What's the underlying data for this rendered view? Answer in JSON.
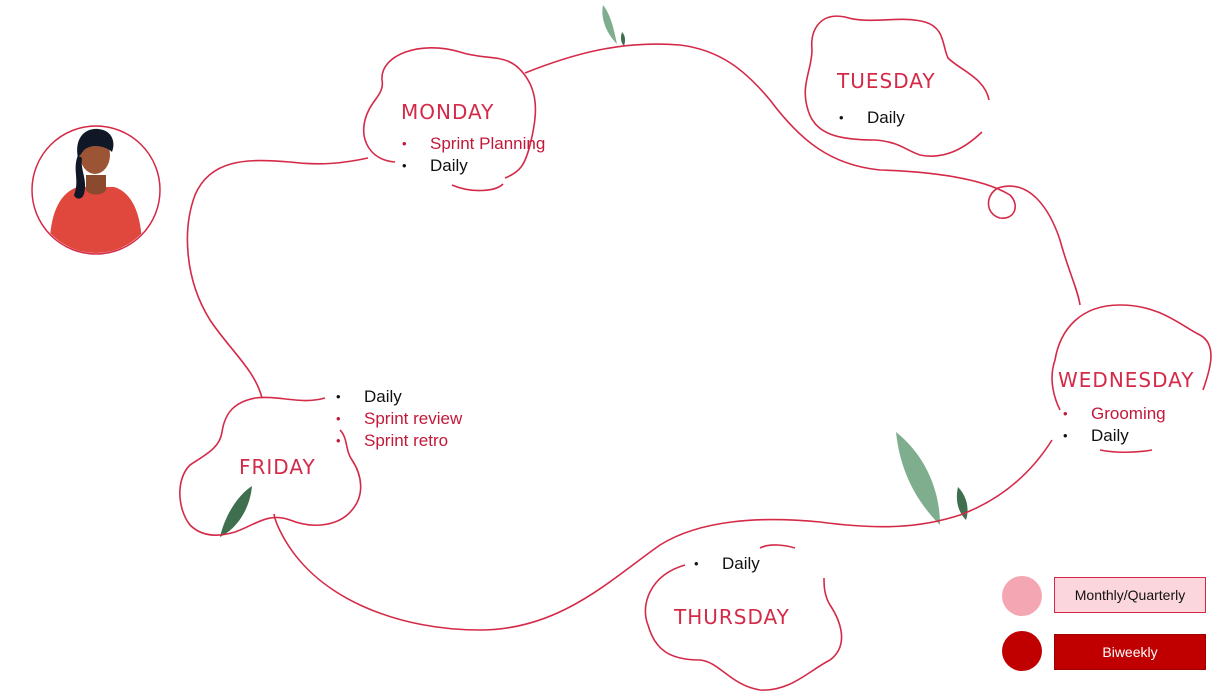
{
  "days": {
    "monday": {
      "title": "MONDAY",
      "items": [
        {
          "text": "Sprint Planning",
          "kind": "biweekly"
        },
        {
          "text": "Daily",
          "kind": "daily"
        }
      ]
    },
    "tuesday": {
      "title": "TUESDAY",
      "items": [
        {
          "text": "Daily",
          "kind": "daily"
        }
      ]
    },
    "wednesday": {
      "title": "WEDNESDAY",
      "items": [
        {
          "text": "Grooming",
          "kind": "biweekly"
        },
        {
          "text": "Daily",
          "kind": "daily"
        }
      ]
    },
    "thursday": {
      "title": "THURSDAY",
      "items": [
        {
          "text": "Daily",
          "kind": "daily"
        }
      ]
    },
    "friday": {
      "title": "FRIDAY",
      "items": [
        {
          "text": "Daily",
          "kind": "daily"
        },
        {
          "text": "Sprint review",
          "kind": "biweekly"
        },
        {
          "text": "Sprint retro",
          "kind": "biweekly"
        }
      ]
    }
  },
  "legend": {
    "monthly_label": "Monthly/Quarterly",
    "biweekly_label": "Biweekly"
  },
  "colors": {
    "accent": "#d42a48",
    "biweekly": "#c00000",
    "monthly": "#f4a6b3",
    "leaf": "#4f8f65"
  }
}
